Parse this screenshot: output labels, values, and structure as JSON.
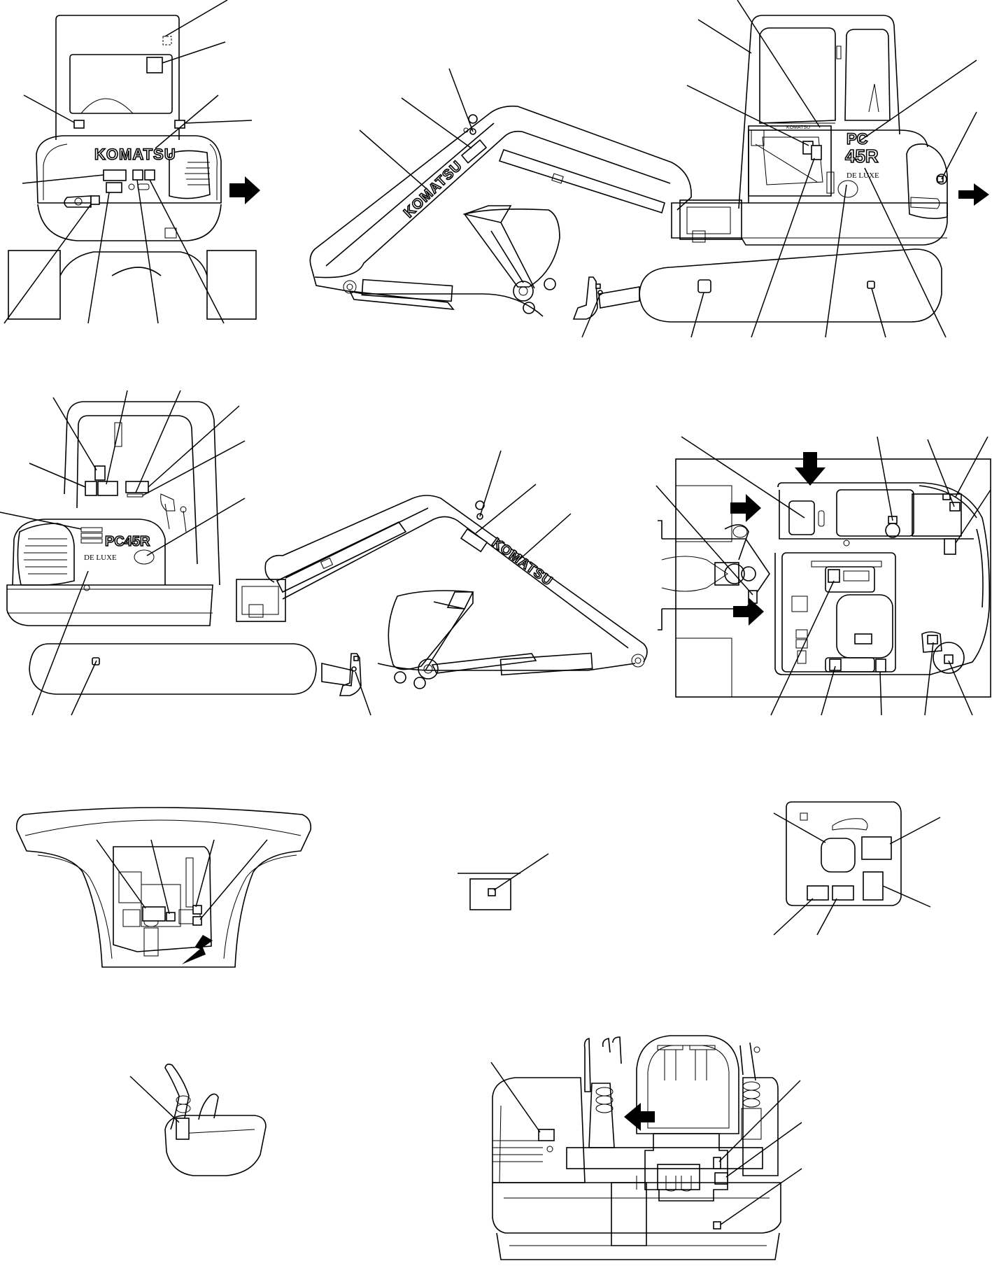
{
  "branding": {
    "brand_name": "KOMATSU",
    "model_prefix": "PC",
    "model_number": "45R",
    "model_top": "PC",
    "model_bottom": "45R",
    "trim": "DE LUXE"
  },
  "colors": {
    "line": "#000000",
    "background": "#ffffff"
  }
}
